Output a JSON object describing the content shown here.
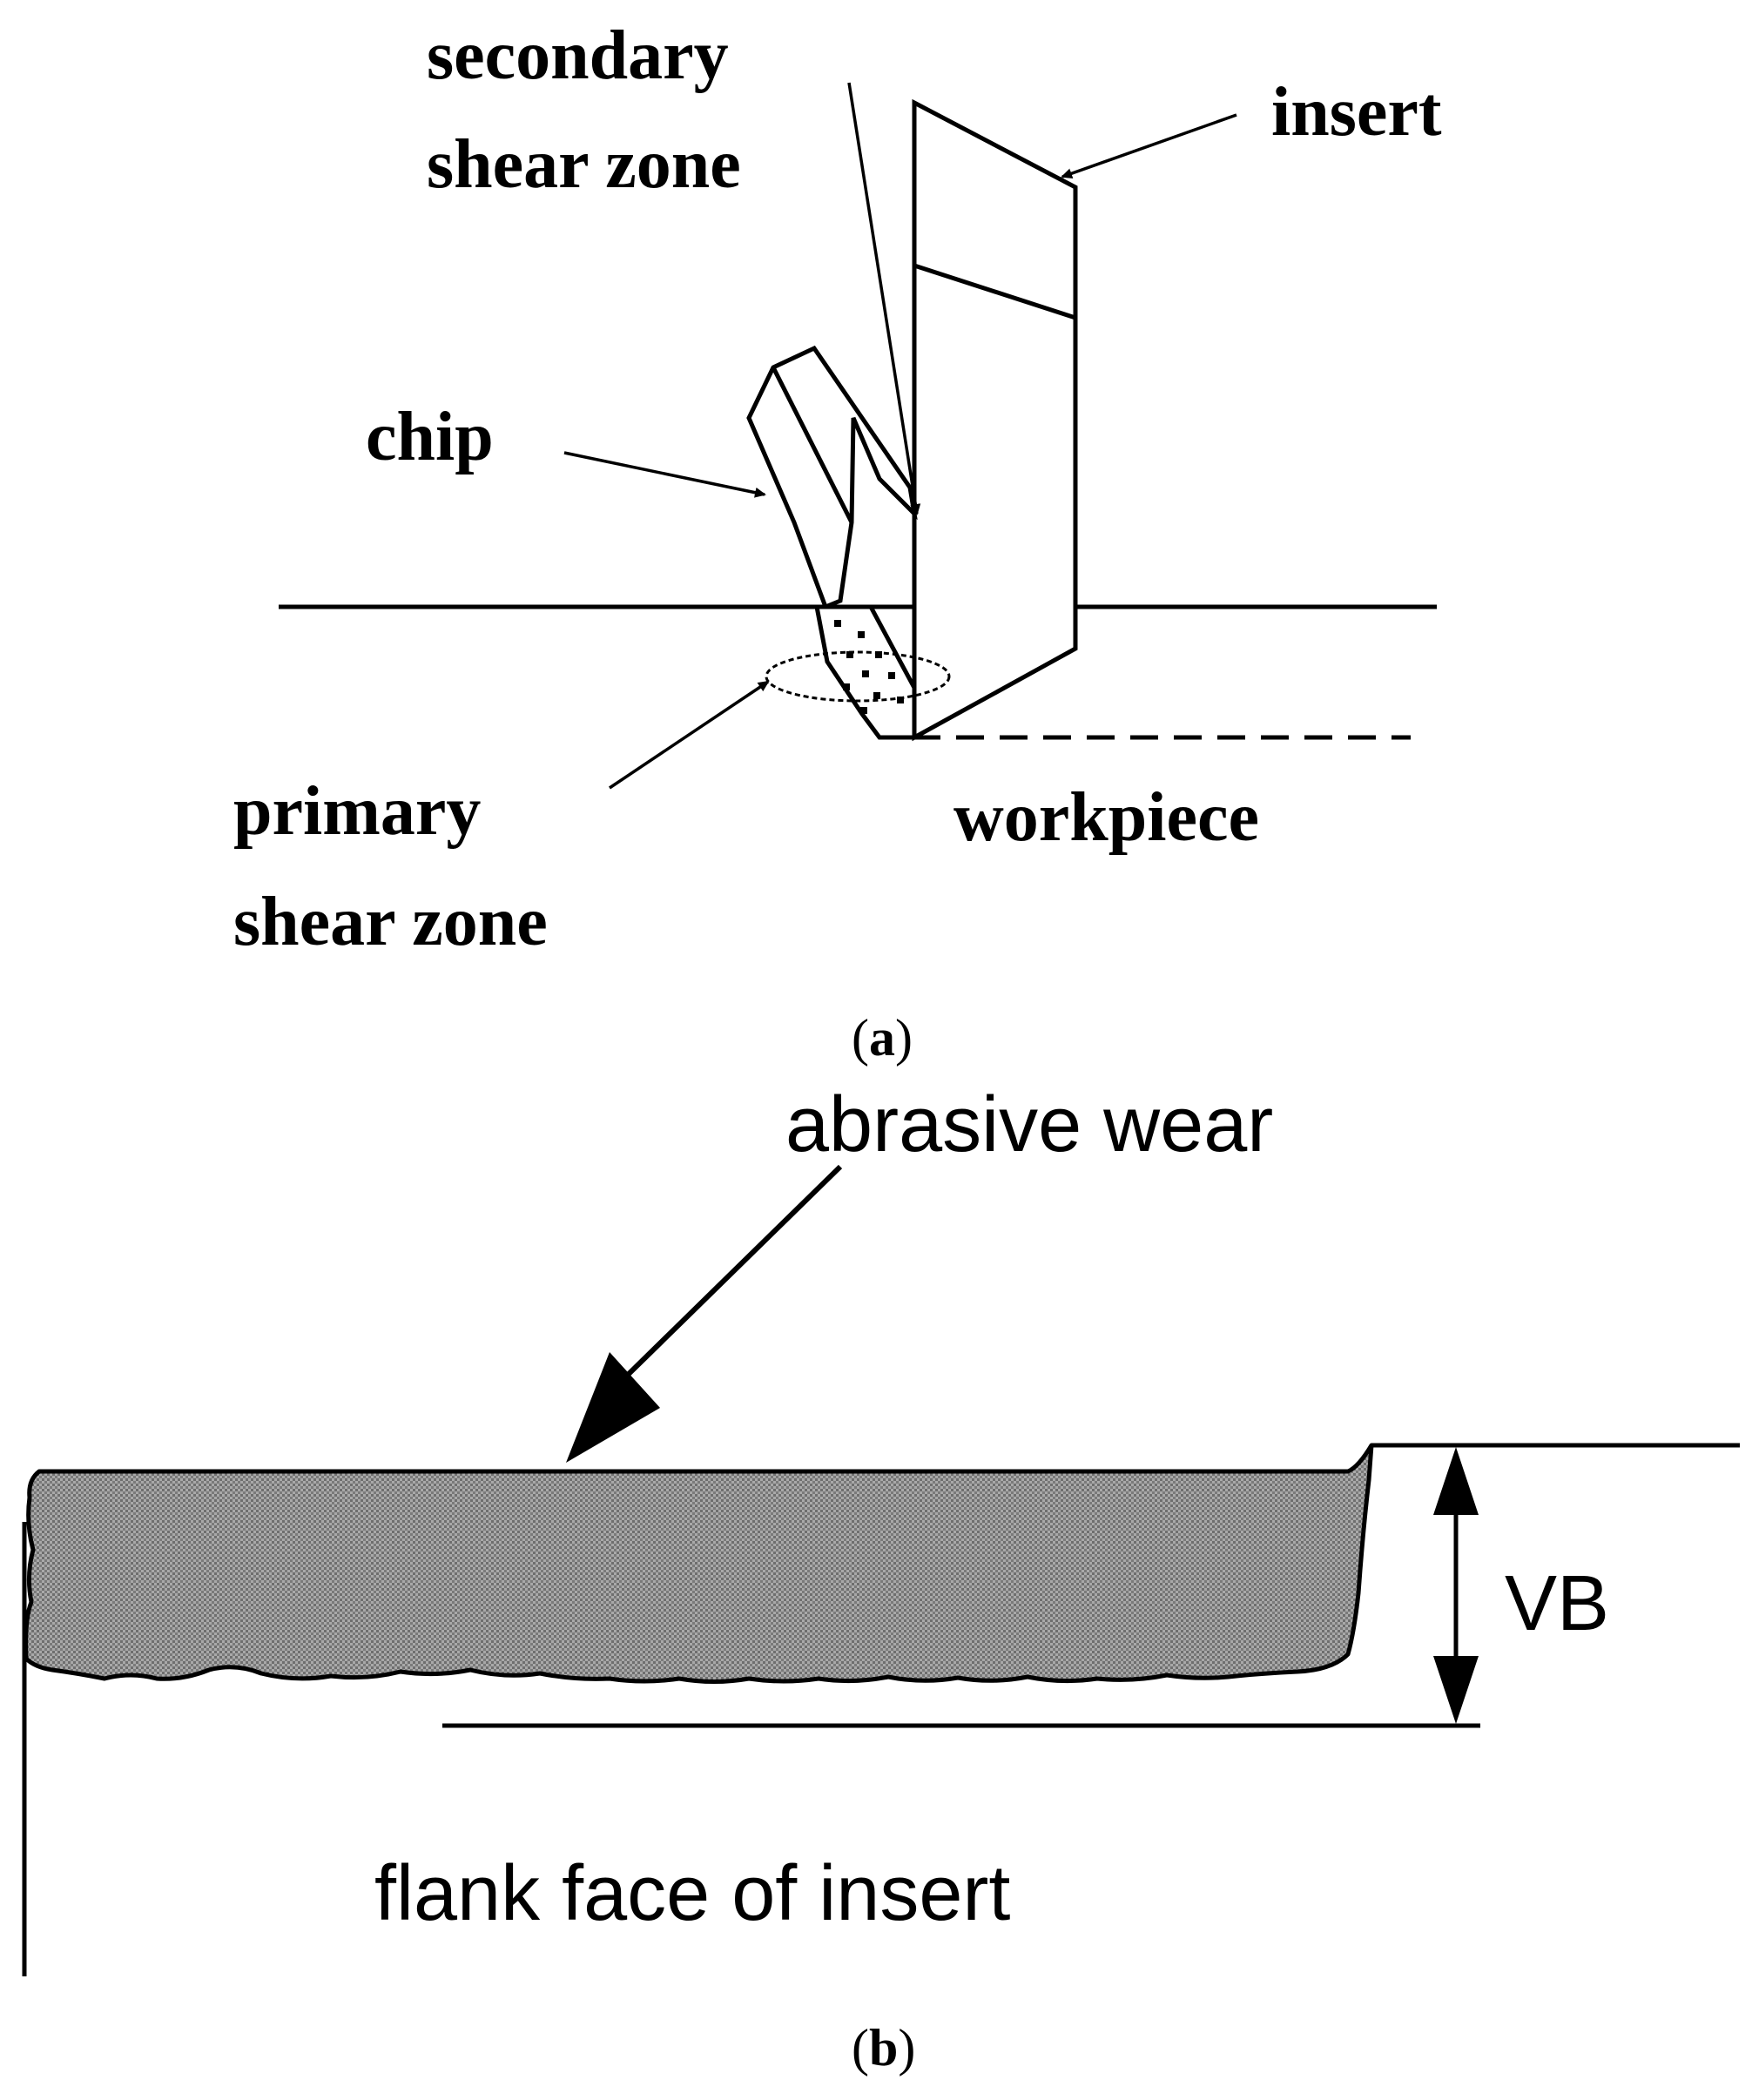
{
  "panel_a": {
    "label_letter": "a",
    "labels": {
      "secondary_line1": "secondary",
      "secondary_line2": "shear zone",
      "insert": "insert",
      "chip": "chip",
      "primary_line1": "primary",
      "primary_line2": "shear zone",
      "workpiece": "workpiece"
    }
  },
  "panel_b": {
    "label_letter": "b",
    "labels": {
      "abrasive_wear": "abrasive wear",
      "vb": "VB",
      "flank_face": "flank face of insert"
    }
  },
  "colors": {
    "ink": "#000000",
    "wear_fill": "#8c8c8c",
    "background": "#ffffff"
  }
}
